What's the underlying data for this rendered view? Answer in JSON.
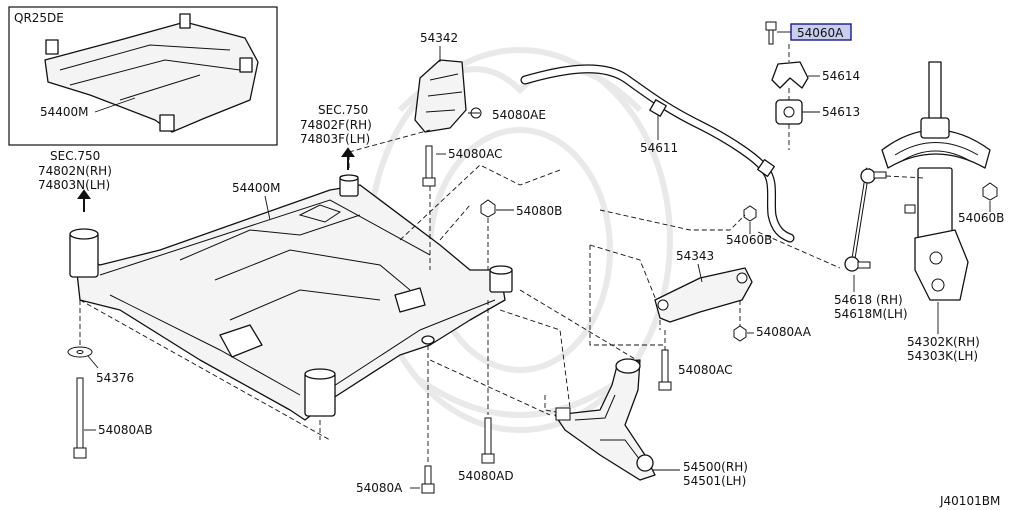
{
  "inset": {
    "engine_code": "QR25DE",
    "part": "54400M"
  },
  "diagram_code": "J40101BM",
  "colors": {
    "highlight_fill": "#c9cdf0",
    "highlight_stroke": "#1a1a8a",
    "line": "#111111"
  },
  "labels": {
    "crossmember": "54400M",
    "stiffener_54342": "54342",
    "bolt_54080AE": "54080AE",
    "bolt_54080AC_top": "54080AC",
    "bolt_54080B": "54080B",
    "stabilizer": "54611",
    "bolt_54060A": "54060A",
    "clamp_54614": "54614",
    "bushing_54613": "54613",
    "nut_54060B_mid": "54060B",
    "nut_54060B_right": "54060B",
    "stiffener_54343": "54343",
    "bolt_54080AA": "54080AA",
    "bolt_54080AC_low": "54080AC",
    "washer_54376": "54376",
    "bolt_54080AB": "54080AB",
    "bolt_54080AD": "54080AD",
    "bolt_54080A": "54080A",
    "rod_rh": "54618 (RH)",
    "rod_lh": "54618M(LH)",
    "strut_rh": "54302K(RH)",
    "strut_lh": "54303K(LH)",
    "arm_rh": "54500(RH)",
    "arm_lh": "54501(LH)"
  },
  "sec_left": {
    "title": "SEC.750",
    "line1": "74802N(RH)",
    "line2": "74803N(LH)"
  },
  "sec_mid": {
    "title": "SEC.750",
    "line1": "74802F(RH)",
    "line2": "74803F(LH)"
  }
}
